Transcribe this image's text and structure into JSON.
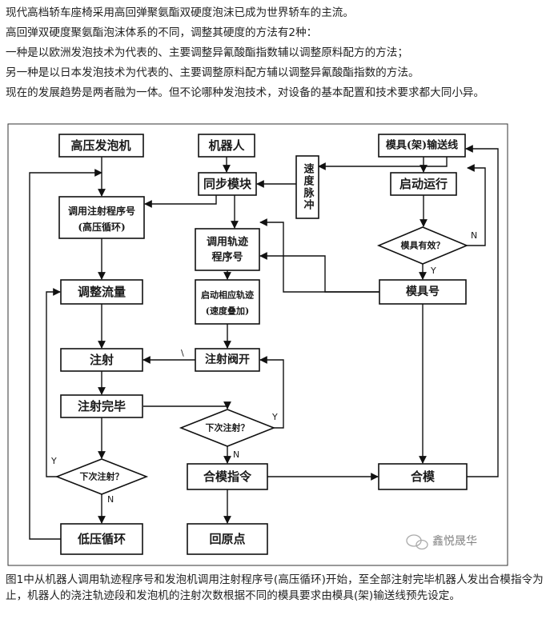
{
  "intro": [
    "现代高档轿车座椅采用高回弹聚氨酯双硬度泡沫已成为世界轿车的主流。",
    "高回弹双硬度聚氨酯泡沫体系的不同，调整其硬度的方法有2种：",
    "一种是以欧洲发泡技术为代表的、主要调整异氰酸酯指数辅以调整原料配方的方法；",
    "另一种是以日本发泡技术为代表的、主要调整原料配方辅以调整异氰酸酯指数的方法。",
    "现在的发展趋势是两者融为一体。但不论哪种发泡技术，对设备的基本配置和技术要求都大同小异。"
  ],
  "diagram": {
    "boxes": {
      "high_pressure_machine": "高压发泡机",
      "robot": "机器人",
      "mold_conveyor": "模具(架)输送线",
      "sync_module": "同步模块",
      "speed_pulse": "速度脉冲",
      "start_run": "启动运行",
      "call_injection_prog_1": "调用注射程序号",
      "call_injection_prog_2": "(高压循环)",
      "call_track_prog_1": "调用轨迹",
      "call_track_prog_2": "程序号",
      "adjust_flow": "调整流量",
      "start_track_1": "启动相应轨迹",
      "start_track_2": "(速度叠加)",
      "mold_number": "模具号",
      "inject": "注射",
      "injection_valve_open": "注射阀开",
      "injection_done": "注射完毕",
      "close_mold_cmd": "合模指令",
      "close_mold": "合模",
      "low_pressure_loop": "低压循环",
      "return_origin": "回原点"
    },
    "decisions": {
      "mold_valid": "模具有效？",
      "next_injection_mid": "下次注射？",
      "next_injection_left": "下次注射？"
    },
    "labels": {
      "yes": "Y",
      "no": "N",
      "tick": "\\"
    },
    "watermark": "鑫悦晟华"
  },
  "caption": "图1中从机器人调用轨迹程序号和发泡机调用注射程序号(高压循环)开始，至全部注射完毕机器人发出合模指令为止，机器人的浇注轨迹段和发泡机的注射次数根据不同的模具要求由模具(架)输送线预先设定。"
}
